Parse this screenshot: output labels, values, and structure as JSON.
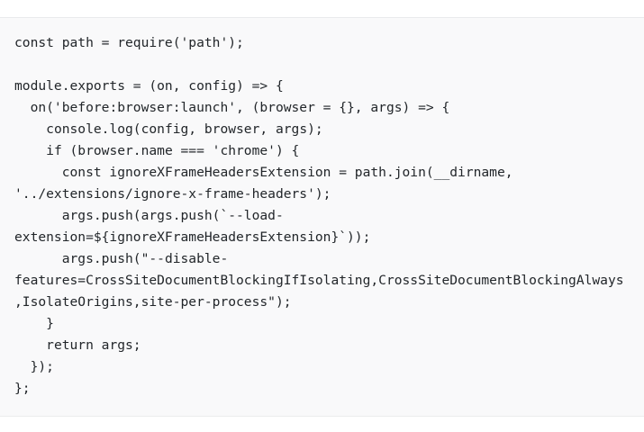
{
  "page": {
    "background_color": "#ffffff"
  },
  "code_block": {
    "name": "javascript-code-snippet",
    "language": "javascript",
    "background_color": "#f9f9fa",
    "border_color": "#e9eaec",
    "text_color": "#22262a",
    "wrap": true,
    "lines": [
      "const path = require('path');",
      "",
      "module.exports = (on, config) => {",
      "  on('before:browser:launch', (browser = {}, args) => {",
      "    console.log(config, browser, args);",
      "    if (browser.name === 'chrome') {",
      "      const ignoreXFrameHeadersExtension = path.join(__dirname, '../extensions/ignore-x-frame-headers');",
      "      args.push(args.push(`--load-extension=${ignoreXFrameHeadersExtension}`));",
      "      args.push(\"--disable-features=CrossSiteDocumentBlockingIfIsolating,CrossSiteDocumentBlockingAlways,IsolateOrigins,site-per-process\");",
      "    }",
      "    return args;",
      "  });",
      "};"
    ],
    "rendered_rows": [
      "const path = require('path');",
      "",
      "module.exports = (on, config) => {",
      "  on('before:browser:launch', (browser = {}, args) => {",
      "    console.log(config, browser, args);",
      "    if (browser.name === 'chrome') {",
      "      const ignoreXFrameHeadersExtension = path.join(__dirname,",
      "'../extensions/ignore-x-frame-headers');",
      "      args.push(args.push(`--load-",
      "extension=${ignoreXFrameHeadersExtension}`));",
      "      args.push(\"--disable-",
      "features=CrossSiteDocumentBlockingIfIsolating,CrossSiteDocumentBlo",
      "ckingAlways,IsolateOrigins,site-per-process\");",
      "    }",
      "    return args;",
      "  });",
      "};"
    ]
  }
}
